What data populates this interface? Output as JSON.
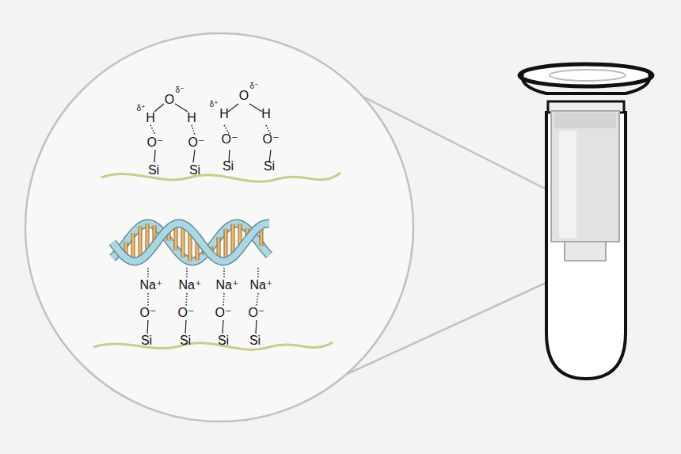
{
  "diagram": {
    "labels": [
      "δ⁺",
      "H",
      "O",
      "δ⁻",
      "H",
      "O⁻",
      "Si",
      "O⁻",
      "Si",
      "δ⁺",
      "H",
      "O",
      "δ⁻",
      "H",
      "O⁻",
      "Si",
      "O⁻",
      "Si",
      "Na⁺",
      "Na⁺",
      "Na⁺",
      "Na⁺",
      "O⁻",
      "O⁻",
      "O⁻",
      "O⁻",
      "Si",
      "Si",
      "Si",
      "Si"
    ]
  }
}
